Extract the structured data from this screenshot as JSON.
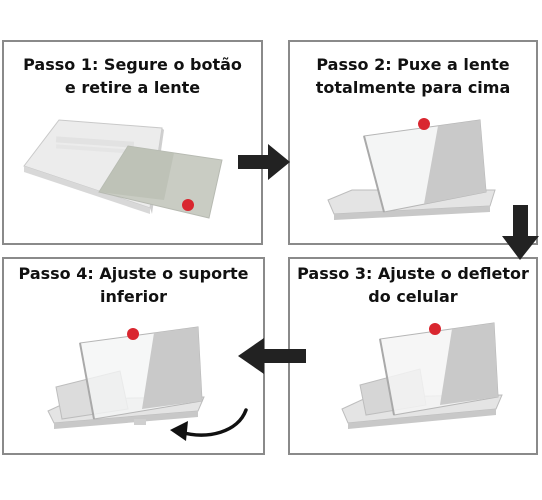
{
  "steps": [
    {
      "line1": "Passo 1: Segure o botão",
      "line2": "e retire a lente"
    },
    {
      "line1": "Passo 2: Puxe a lente",
      "line2": "totalmente para cima"
    },
    {
      "line1": "Passo 3: Ajuste o defletor",
      "line2": "do celular"
    },
    {
      "line1": "Passo 4: Ajuste o suporte",
      "line2": "inferior"
    }
  ],
  "colors": {
    "border": "#8a8a8a",
    "arrow": "#222222",
    "button": "#d9262f",
    "plastic": "#ecedee",
    "lens": "#dfe3e4"
  }
}
